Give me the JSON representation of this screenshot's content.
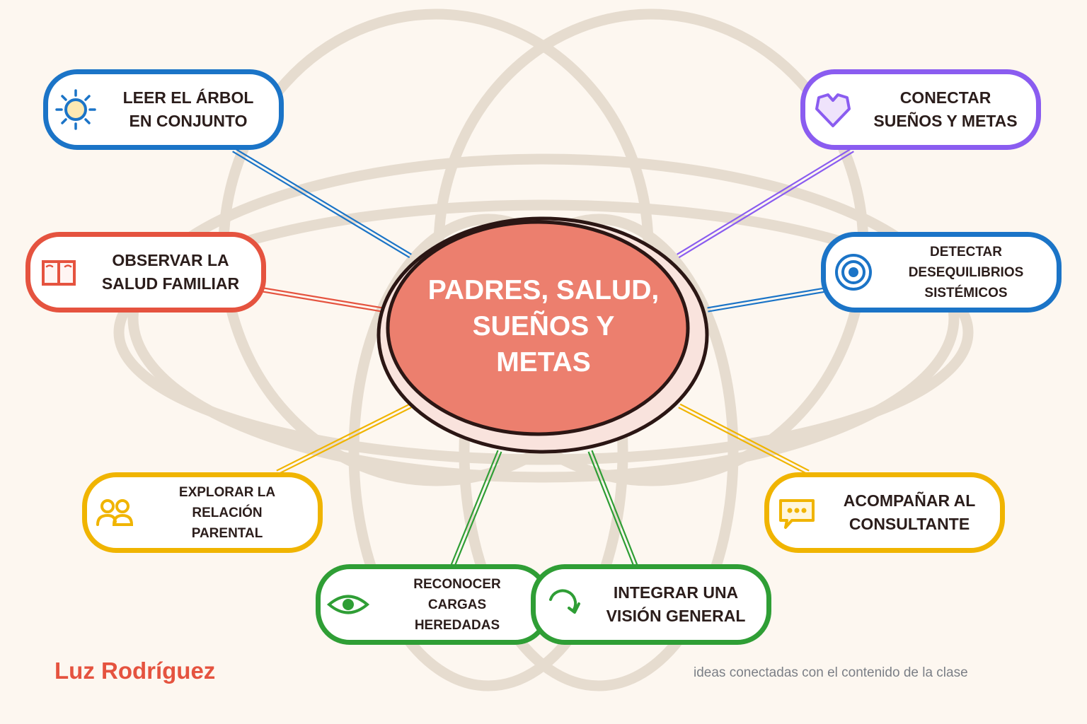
{
  "center": {
    "title": "PADRES, SALUD,\nSUEÑOS Y\nMETAS"
  },
  "nodes": [
    {
      "id": "leer",
      "label": "LEER EL ÁRBOL\nEN CONJUNTO",
      "icon": "sun-icon",
      "color": "#1b74c7"
    },
    {
      "id": "conectar",
      "label": "CONECTAR\nSUEÑOS Y METAS",
      "icon": "heart-icon",
      "color": "#8a5cf0"
    },
    {
      "id": "observar",
      "label": "OBSERVAR LA\nSALUD FAMILIAR",
      "icon": "book-icon",
      "color": "#e5533f"
    },
    {
      "id": "detectar",
      "label": "DETECTAR\nDESEQUILIBRIOS\nSISTÉMICOS",
      "icon": "target-icon",
      "color": "#1b74c7"
    },
    {
      "id": "explorar",
      "label": "EXPLORAR LA\nRELACIÓN\nPARENTAL",
      "icon": "people-icon",
      "color": "#f0b400"
    },
    {
      "id": "acompanar",
      "label": "ACOMPAÑAR AL\nCONSULTANTE",
      "icon": "chat-bubble-icon",
      "color": "#f0b400"
    },
    {
      "id": "reconocer",
      "label": "RECONOCER\nCARGAS\nHEREDADAS",
      "icon": "eye-icon",
      "color": "#2f9e35"
    },
    {
      "id": "integrar",
      "label": "INTEGRAR UNA\nVISIÓN GENERAL",
      "icon": "circular-arrow-icon",
      "color": "#2f9e35"
    }
  ],
  "author": "Luz Rodríguez",
  "footnote": "ideas conectadas con el contenido de la clase",
  "colors": {
    "background": "#fdf7f0",
    "pattern": "#e6dccf",
    "center_fill": "#ec7f6e",
    "center_ring": "#f9e3dd",
    "outline": "#2b1614",
    "author": "#e5533f",
    "footnote": "#7b7f86"
  }
}
